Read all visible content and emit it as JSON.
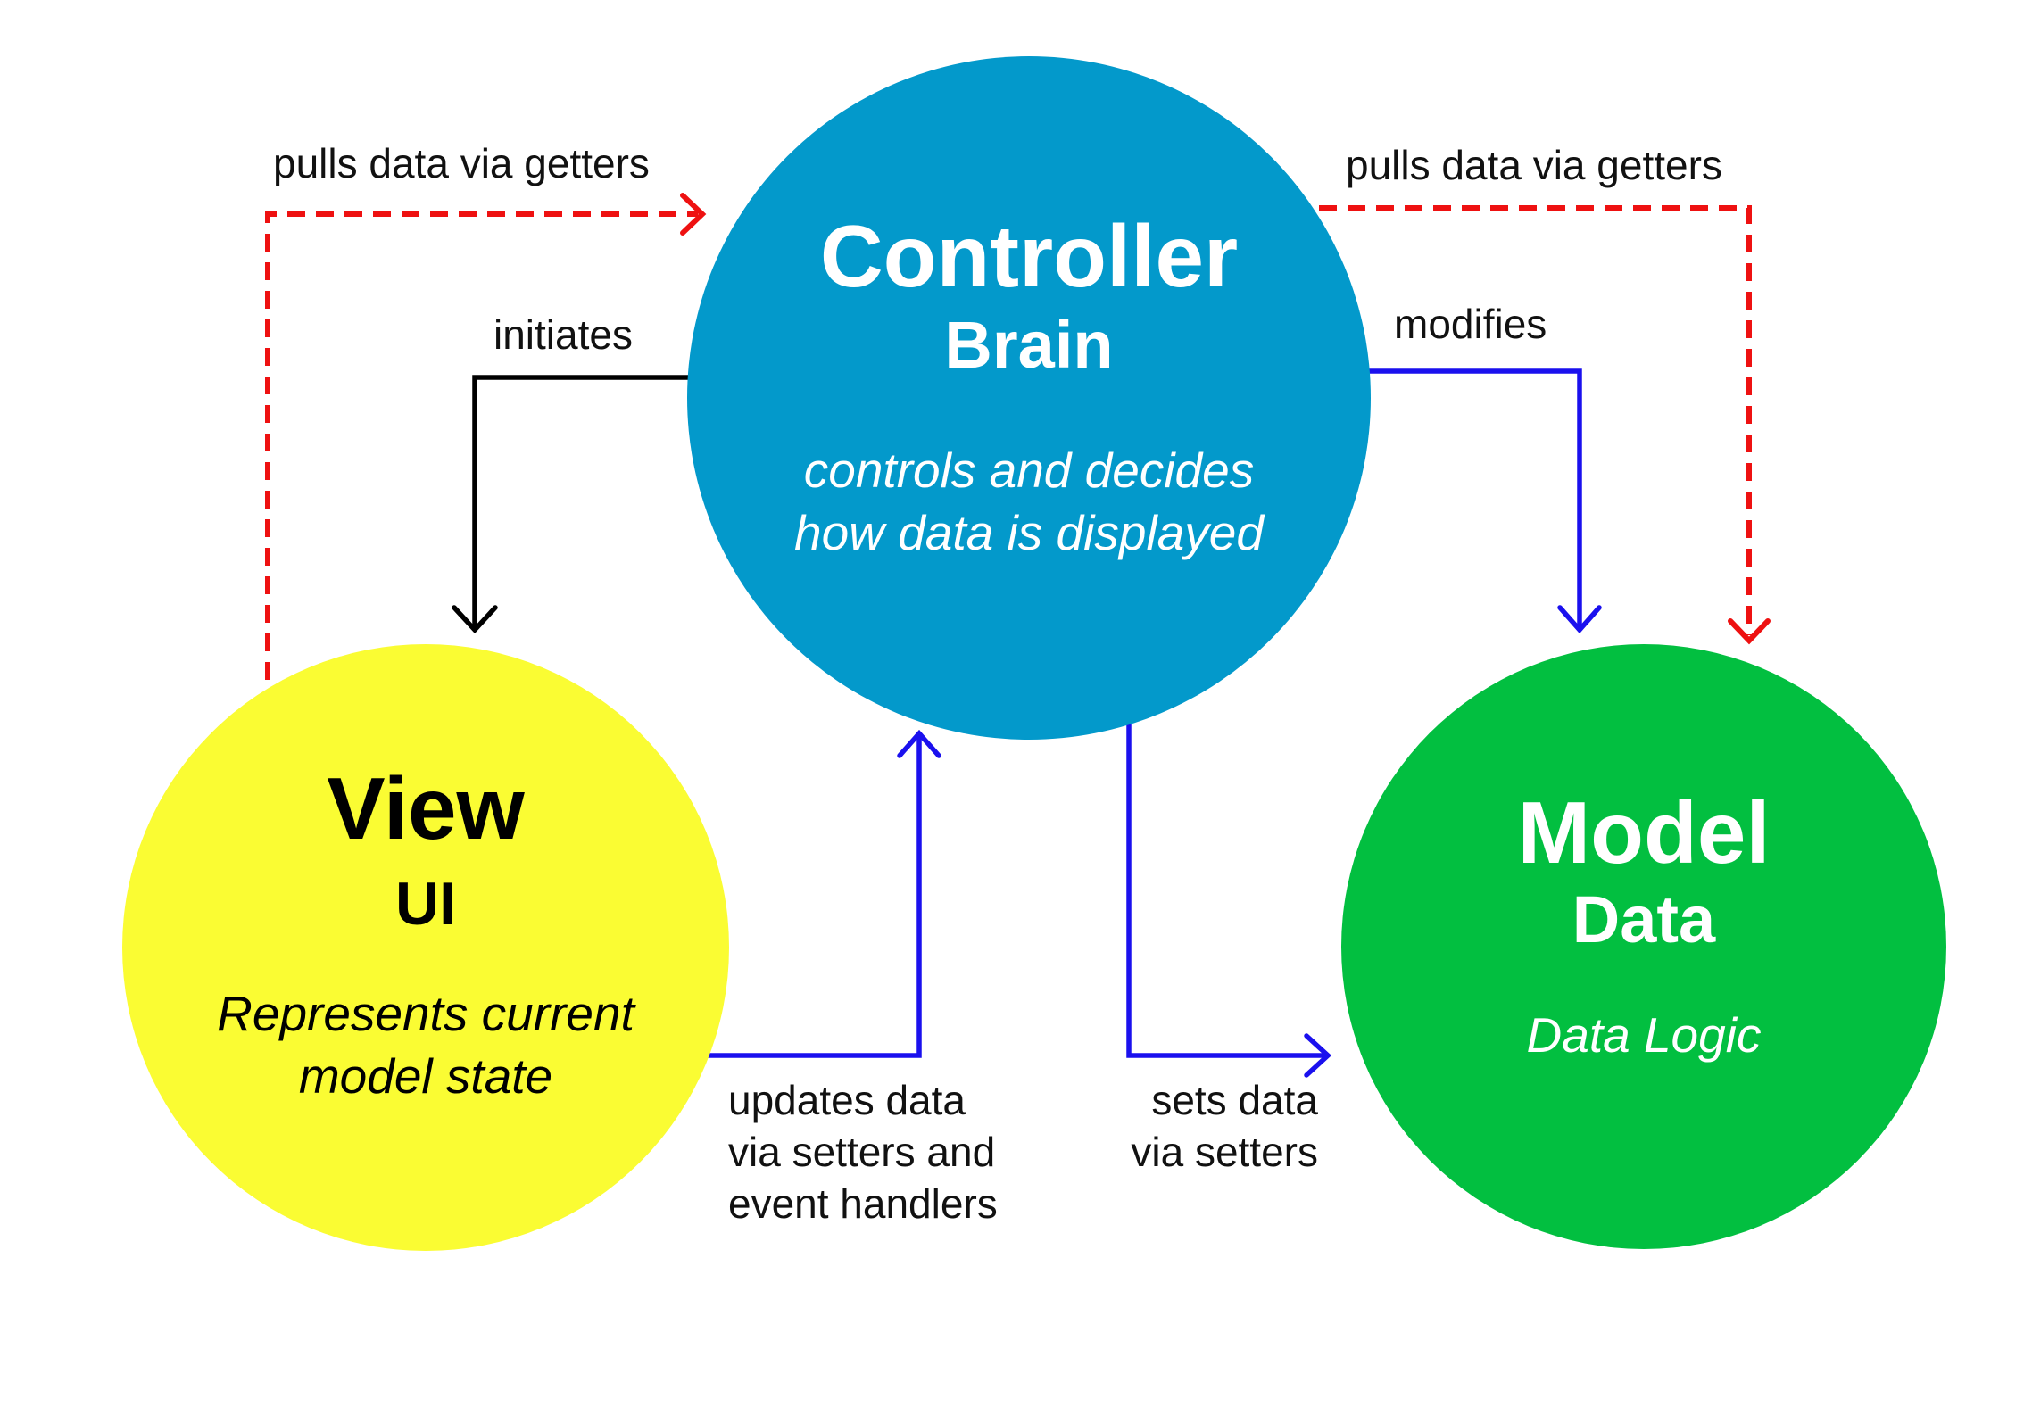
{
  "nodes": {
    "controller": {
      "title": "Controller",
      "subtitle": "Brain",
      "description": "controls and decides\nhow data is displayed",
      "color": "#0399cb"
    },
    "view": {
      "title": "View",
      "subtitle": "UI",
      "description": "Represents current\nmodel state",
      "color": "#fafc33"
    },
    "model": {
      "title": "Model",
      "subtitle": "Data",
      "description": "Data Logic",
      "color": "#02bf40"
    }
  },
  "edges": {
    "view_pulls": {
      "label": "pulls data via getters",
      "color": "#ee1111",
      "style": "dashed"
    },
    "model_pulls": {
      "label": "pulls data via getters",
      "color": "#ee1111",
      "style": "dashed"
    },
    "initiates": {
      "label": "initiates",
      "color": "#000000",
      "style": "solid"
    },
    "modifies": {
      "label": "modifies",
      "color": "#1a10ee",
      "style": "solid"
    },
    "updates": {
      "label": "updates data\nvia setters and\nevent handlers",
      "color": "#1a10ee",
      "style": "solid"
    },
    "sets": {
      "label": "sets data\nvia setters",
      "color": "#1a10ee",
      "style": "solid"
    }
  }
}
